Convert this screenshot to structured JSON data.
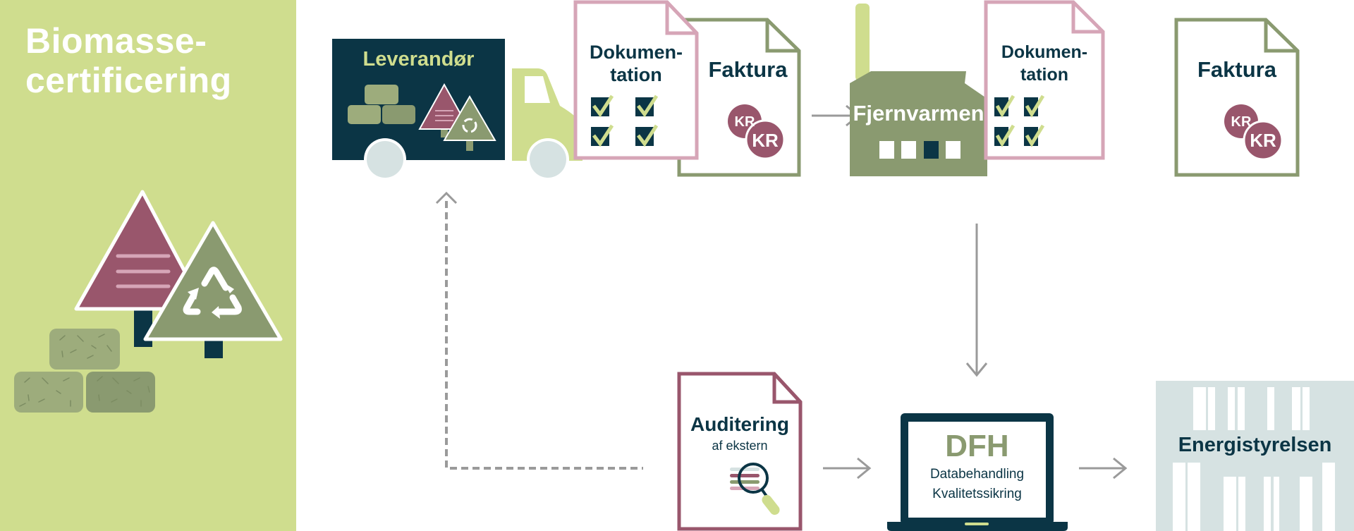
{
  "title": {
    "line1": "Biomasse-",
    "line2": "certificering"
  },
  "colors": {
    "panel_green": "#cfdd8e",
    "navy": "#0b3545",
    "sage": "#8a9a70",
    "plum": "#99566c",
    "pink": "#d6a5b7",
    "light_blue": "#d6e2e2",
    "arrow_gray": "#9a9a9a"
  },
  "supplier": {
    "label": "Leverandør"
  },
  "docs": {
    "documentation": {
      "line1": "Dokumen-",
      "line2": "tation"
    },
    "invoice": {
      "label": "Faktura",
      "currency": "KR"
    }
  },
  "plant": {
    "label": "Fjernvarmen"
  },
  "audit": {
    "title": "Auditering",
    "subtitle": "af ekstern"
  },
  "dfh": {
    "title": "DFH",
    "line1": "Databehandling",
    "line2": "Kvalitetssikring"
  },
  "agency": {
    "label": "Energistyrelsen"
  },
  "icons": [
    "tree-icon",
    "recycle-icon",
    "hay-bale-icon",
    "truck-icon",
    "checkbox-icon",
    "coin-icon",
    "factory-icon",
    "magnifier-icon",
    "laptop-icon",
    "building-icon",
    "arrow-icon"
  ]
}
